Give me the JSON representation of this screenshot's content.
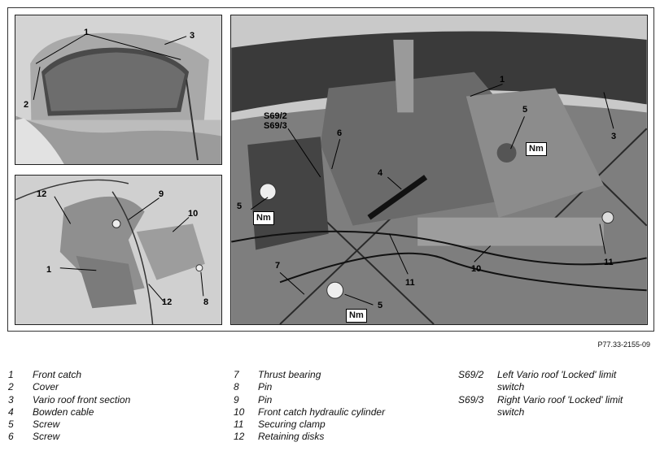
{
  "figure": {
    "reference": "P77.33-2155-09",
    "top_left_labels": [
      "1",
      "2",
      "3"
    ],
    "bottom_left_labels": [
      "12",
      "9",
      "10",
      "1",
      "12",
      "8"
    ],
    "main_labels": [
      "1",
      "5",
      "3",
      "S69/2",
      "S69/3",
      "6",
      "4",
      "5",
      "11",
      "10",
      "7",
      "11",
      "5"
    ],
    "torque_marks": [
      "Nm",
      "Nm",
      "Nm"
    ]
  },
  "legend": {
    "col1": [
      {
        "num": "1",
        "text": "Front catch"
      },
      {
        "num": "2",
        "text": "Cover"
      },
      {
        "num": "3",
        "text": "Vario roof front section"
      },
      {
        "num": "4",
        "text": "Bowden cable"
      },
      {
        "num": "5",
        "text": "Screw"
      },
      {
        "num": "6",
        "text": "Screw"
      }
    ],
    "col2": [
      {
        "num": "7",
        "text": "Thrust bearing"
      },
      {
        "num": "8",
        "text": "Pin"
      },
      {
        "num": "9",
        "text": "Pin"
      },
      {
        "num": "10",
        "text": "Front catch hydraulic cylinder"
      },
      {
        "num": "11",
        "text": "Securing clamp"
      },
      {
        "num": "12",
        "text": "Retaining disks"
      }
    ],
    "col3": [
      {
        "num": "S69/2",
        "text": "Left Vario roof 'Locked' limit switch"
      },
      {
        "num": "S69/3",
        "text": "Right Vario roof 'Locked' limit switch"
      }
    ]
  }
}
